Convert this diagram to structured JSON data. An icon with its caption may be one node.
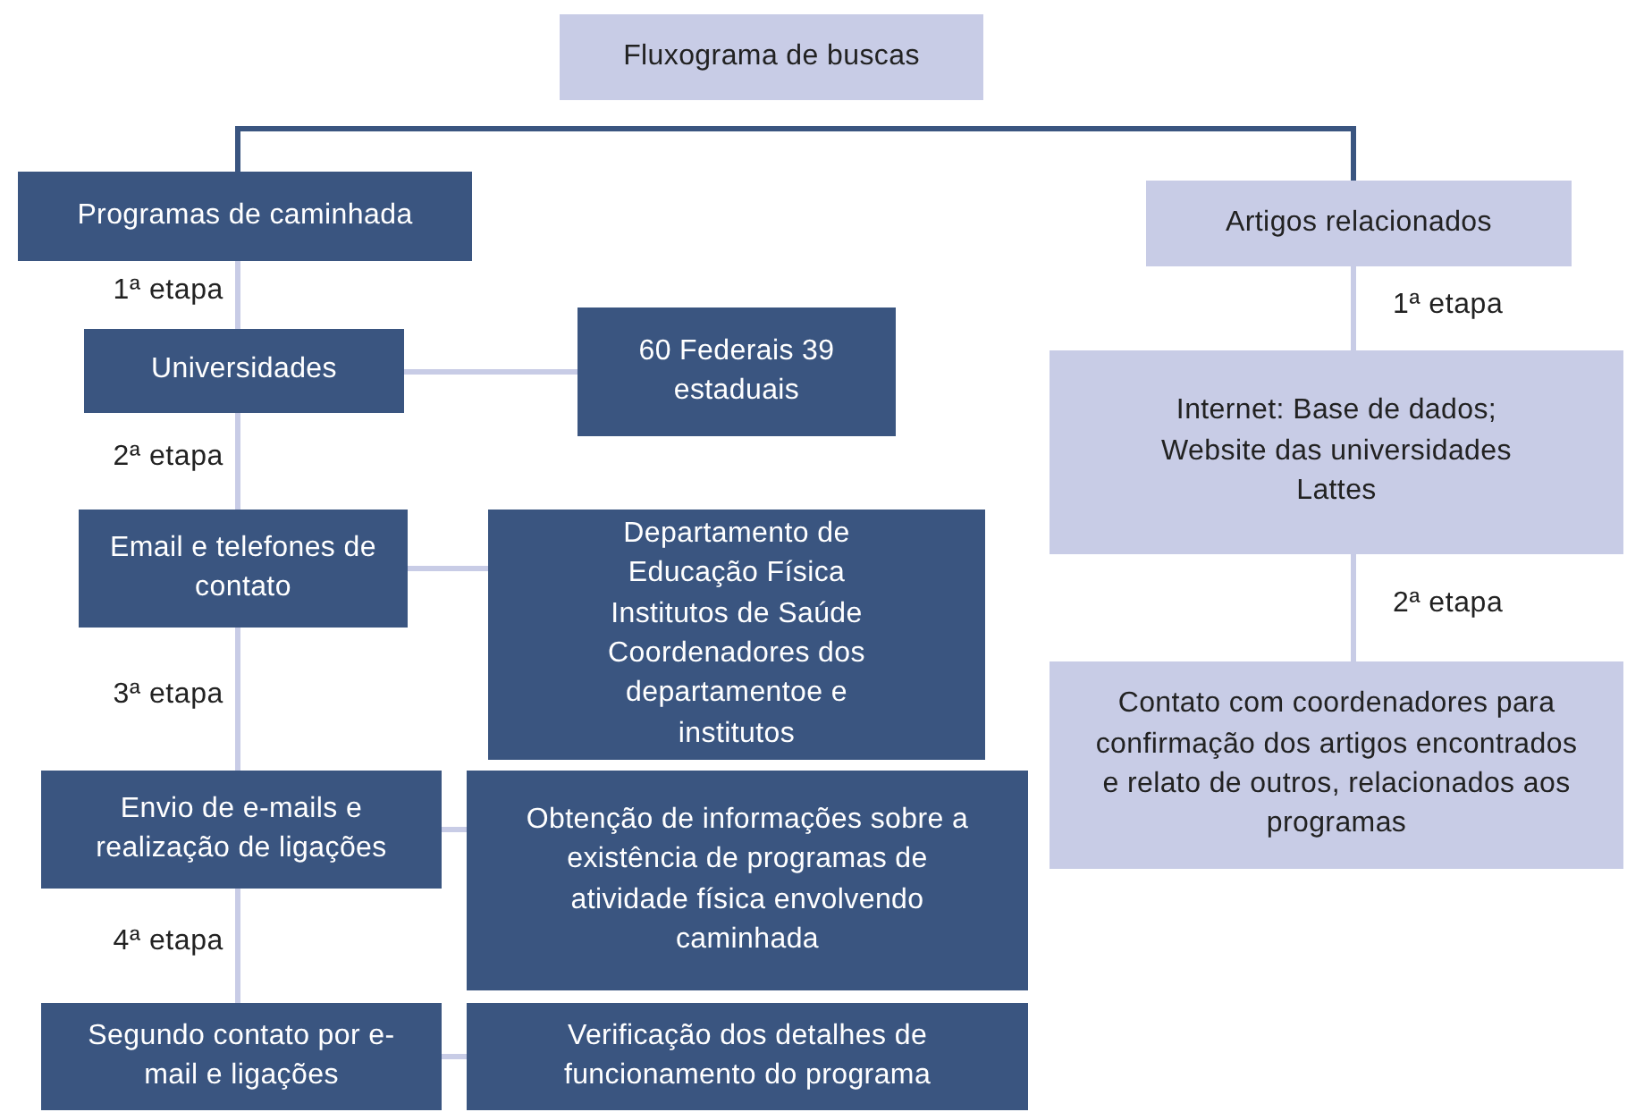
{
  "diagram": {
    "nodes": [
      {
        "text": [
          "Fluxograma de buscas"
        ]
      },
      {
        "text": [
          "Programas de caminhada"
        ]
      },
      {
        "text": [
          "Artigos relacionados"
        ]
      },
      {
        "text": [
          "Universidades"
        ]
      },
      {
        "text": [
          "60 Federais 39 estaduais"
        ]
      },
      {
        "text": [
          "Email e telefones de contato"
        ]
      },
      {
        "text": [
          "Departamento de Educação Física Institutos de Saúde Coordenadores dos departamentoe e institutos"
        ]
      },
      {
        "text": [
          "Envio de e-mails e realização de ligações"
        ]
      },
      {
        "text": [
          "Obtenção de informações sobre a existência de programas de atividade física envolvendo caminhada"
        ]
      },
      {
        "text": [
          "Segundo contato por e-mail e ligações"
        ]
      },
      {
        "text": [
          "Verificação dos detalhes de funcionamento do programa"
        ]
      },
      {
        "text": [
          "Internet: Base de dados; Website das universidades Lattes"
        ]
      },
      {
        "text": [
          "Contato com coordenadores para confirmação dos artigos encontrados e relato de outros, relacionados aos programas"
        ]
      }
    ],
    "edges": [
      {
        "from": 1,
        "to": 2,
        "arrow": "none",
        "color": "#3a5580"
      },
      {
        "from": 1,
        "to": 3,
        "arrow": "none",
        "label": "1ª etapa"
      },
      {
        "from": 3,
        "to": 5,
        "arrow": "none",
        "label": "2ª etapa"
      },
      {
        "from": 5,
        "to": 7,
        "arrow": "none",
        "label": "3ª etapa"
      },
      {
        "from": 7,
        "to": 9,
        "arrow": "none",
        "label": "4ª etapa"
      },
      {
        "from": 3,
        "to": 4,
        "arrow": "none"
      },
      {
        "from": 5,
        "to": 6,
        "arrow": "none"
      },
      {
        "from": 7,
        "to": 8,
        "arrow": "none"
      },
      {
        "from": 9,
        "to": 10,
        "arrow": "none"
      },
      {
        "from": 2,
        "to": 11,
        "arrow": "none",
        "label": "1ª etapa"
      },
      {
        "from": 11,
        "to": 12,
        "arrow": "none",
        "label": "2ª etapa"
      }
    ]
  }
}
